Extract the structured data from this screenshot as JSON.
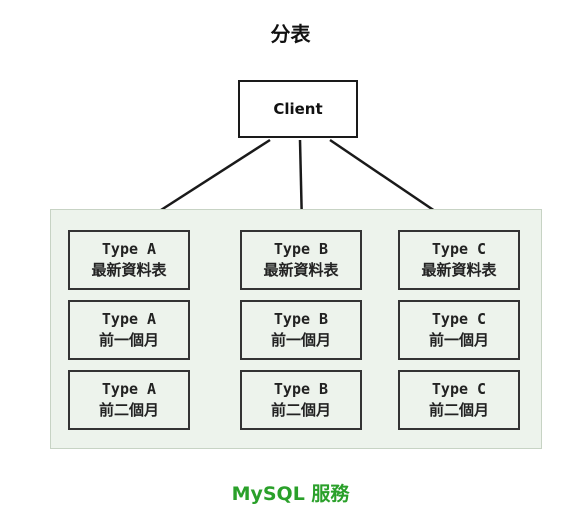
{
  "title": "分表",
  "client": {
    "label": "Client"
  },
  "service": {
    "label": "MySQL 服務",
    "columns": [
      {
        "cells": [
          {
            "type": "Type A",
            "period": "最新資料表"
          },
          {
            "type": "Type A",
            "period": "前一個月"
          },
          {
            "type": "Type A",
            "period": "前二個月"
          }
        ]
      },
      {
        "cells": [
          {
            "type": "Type B",
            "period": "最新資料表"
          },
          {
            "type": "Type B",
            "period": "前一個月"
          },
          {
            "type": "Type B",
            "period": "前二個月"
          }
        ]
      },
      {
        "cells": [
          {
            "type": "Type C",
            "period": "最新資料表"
          },
          {
            "type": "Type C",
            "period": "前一個月"
          },
          {
            "type": "Type C",
            "period": "前二個月"
          }
        ]
      }
    ]
  },
  "colors": {
    "service_fill": "#edf3ec",
    "service_label": "#2aa02a",
    "stroke": "#1a1a1a"
  }
}
